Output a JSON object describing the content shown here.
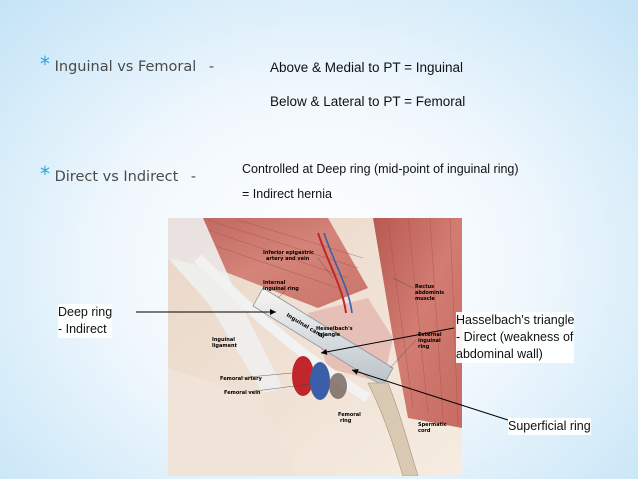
{
  "slide": {
    "bullet_glyph": "*",
    "row1": {
      "heading": "Inguinal vs Femoral",
      "dash": "-",
      "line1": "Above & Medial to PT = Inguinal",
      "line2": "Below & Lateral to PT = Femoral"
    },
    "row2": {
      "heading": "Direct vs Indirect",
      "dash": "-",
      "line1": "Controlled at Deep ring (mid-point of inguinal ring)",
      "line2": "= Indirect hernia"
    }
  },
  "figure": {
    "anatomy_labels": {
      "inferior_epigastric": [
        "Inferior epigastric",
        "artery and vein"
      ],
      "internal_ring": [
        "Internal",
        "inguinal ring"
      ],
      "rectus": [
        "Rectus",
        "abdominis",
        "muscle"
      ],
      "hesselbach": [
        "Hesselbach's",
        "triangle"
      ],
      "inguinal_ligament": [
        "Inguinal",
        "ligament"
      ],
      "inguinal_canal": "Inguinal canal",
      "external_ring": [
        "External",
        "inguinal",
        "ring"
      ],
      "femoral_artery": "Femoral artery",
      "femoral_vein": "Femoral vein",
      "femoral_ring": [
        "Femoral",
        "ring"
      ],
      "spermatic_cord": [
        "Spermatic",
        "cord"
      ]
    },
    "callouts": {
      "deep_ring_line1": "Deep ring",
      "deep_ring_line2": "- Indirect",
      "hesselbach_line1": "Hasselbach's triangle",
      "hesselbach_line2": "- Direct (weakness of",
      "hesselbach_line3": "abdominal wall)",
      "superficial_ring": "Superficial ring"
    }
  },
  "colors": {
    "accent": "#2aa7de",
    "muscle": "#c9675f",
    "artery": "#c0262b",
    "vein": "#3a5fa8"
  }
}
